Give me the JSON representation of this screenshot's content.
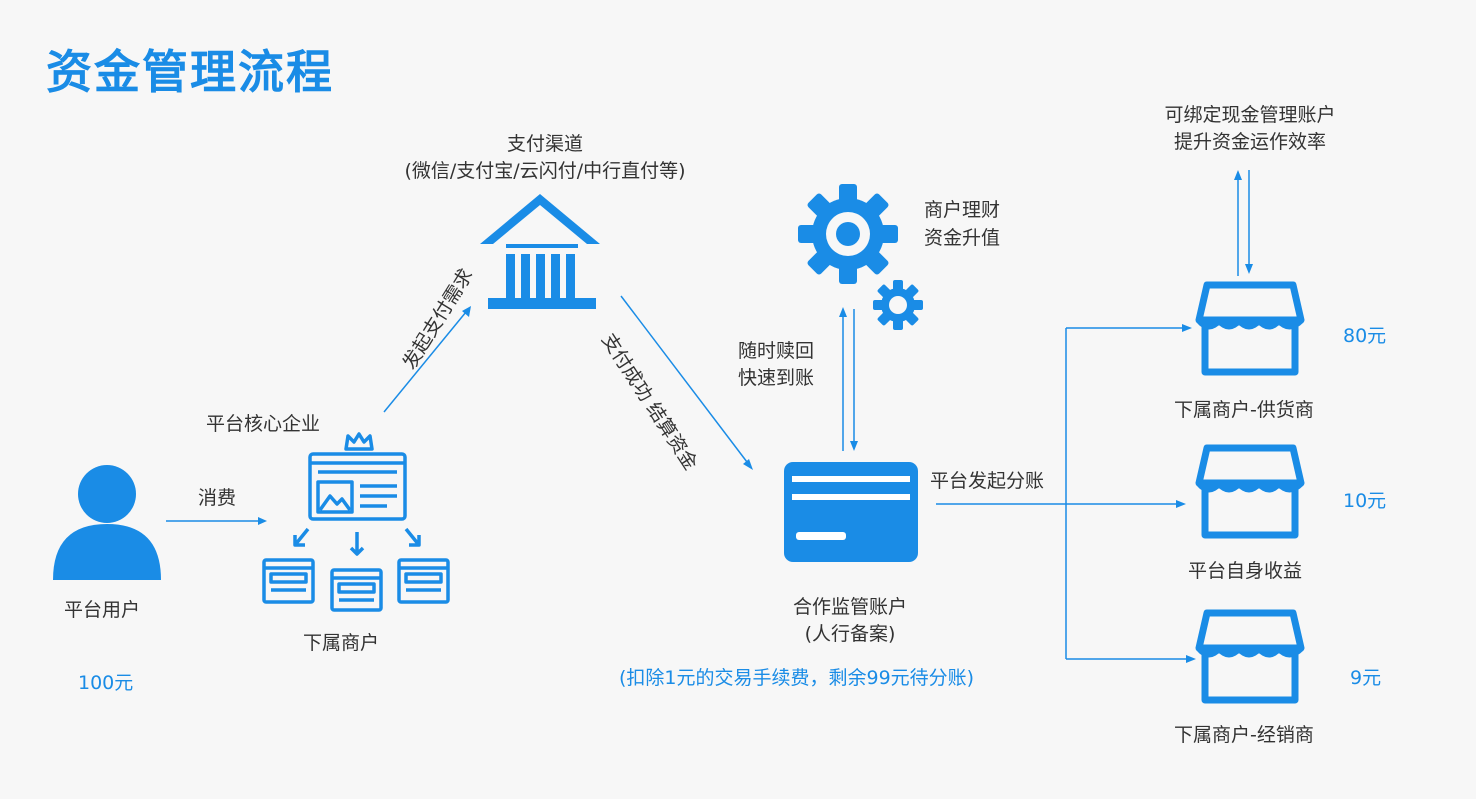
{
  "title": "资金管理流程",
  "colors": {
    "primary": "#1a8ce6",
    "text": "#333333",
    "background": "#f7f7f7"
  },
  "nodes": {
    "user": {
      "label": "平台用户",
      "amount": "100元",
      "icon": "person-icon"
    },
    "core": {
      "label": "平台核心企业",
      "sub_label": "下属商户",
      "icon": "webpage-hierarchy-icon"
    },
    "channel": {
      "label": "支付渠道",
      "sub_label": "(微信/支付宝/云闪付/中行直付等)",
      "icon": "bank-icon"
    },
    "account": {
      "label": "合作监管账户",
      "sub_label": "(人行备案)",
      "note": "(扣除1元的交易手续费，剩余99元待分账)",
      "icon": "bank-card-icon"
    },
    "finance": {
      "label": "商户理财",
      "sub_label": "资金升值",
      "icon": "gear-icon"
    },
    "supplier": {
      "label": "下属商户-供货商",
      "amount": "80元",
      "icon": "storefront-icon"
    },
    "platform": {
      "label": "平台自身收益",
      "amount": "10元",
      "icon": "storefront-icon"
    },
    "dealer": {
      "label": "下属商户-经销商",
      "amount": "9元",
      "icon": "storefront-icon"
    }
  },
  "edges": {
    "consume": "消费",
    "initiate_payment": "发起支付需求",
    "settle": "支付成功 结算资金",
    "redeem": {
      "line1": "随时赎回",
      "line2": "快速到账"
    },
    "split": "平台发起分账",
    "cash_account": {
      "line1": "可绑定现金管理账户",
      "line2": "提升资金运作效率"
    }
  }
}
